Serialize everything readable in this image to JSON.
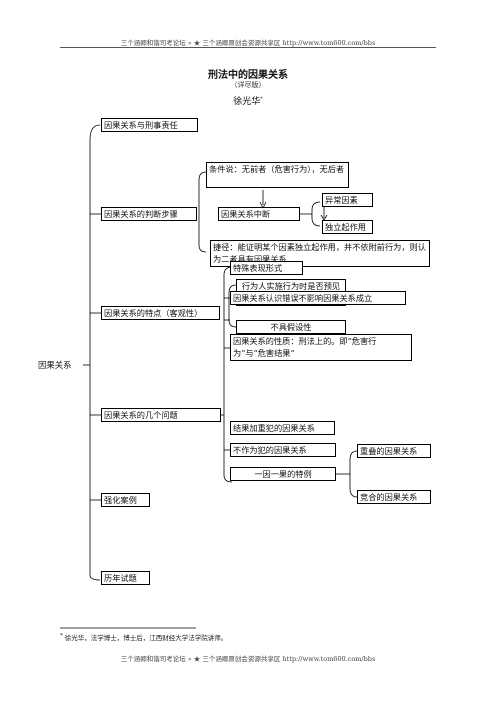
{
  "header": {
    "text": "三个涵卿和谐司考论坛 » ★ 三个涵卿原创会资源共享区 http://www.tom600.com/bbs"
  },
  "document": {
    "title": "刑法中的因果关系",
    "subtitle": "（详尽版）",
    "author": "徐光华",
    "author_mark": "*"
  },
  "mindmap": {
    "root": "因果关系",
    "branches": {
      "b1": "因果关系与刑事责任",
      "b2": "因果关系的判断步骤",
      "b3": "因果关系的特点（客观性）",
      "b4": "因果关系的几个问题",
      "b5": "强化案例",
      "b6": "历年试题"
    },
    "judgment": {
      "condition": "条件说：无前者（危害行为），无后者",
      "interruption": "因果关系中断",
      "abnormal": "异常因素",
      "independent": "独立起作用",
      "shortcut": "捷径：能证明某个因素独立起作用，并不依附前行为，则认为二者具有因果关系"
    },
    "features": {
      "f1": "行为人实施行为时是否预见结果,不影响",
      "f2": "不具假设性"
    },
    "issues": {
      "i1": "特殊表现形式",
      "i2": "因果关系认识错误不影响因果关系成立",
      "i3": "因果关系的性质：刑法上的。即“危害行为”与“危害结果”",
      "i4": "结果加重犯的因果关系",
      "i5": "不作为犯的因果关系",
      "i6": "一因一果的特例",
      "i6a": "重叠的因果关系",
      "i6b": "竞合的因果关系"
    }
  },
  "footnote": {
    "mark": "*",
    "text": "徐光华，法学博士，博士后，江西财经大学法学院讲师。"
  },
  "footer": {
    "text": "三个涵卿和谐司考论坛 » ★ 三个涵卿原创会资源共享区 http://www.tom600.com/bbs"
  }
}
